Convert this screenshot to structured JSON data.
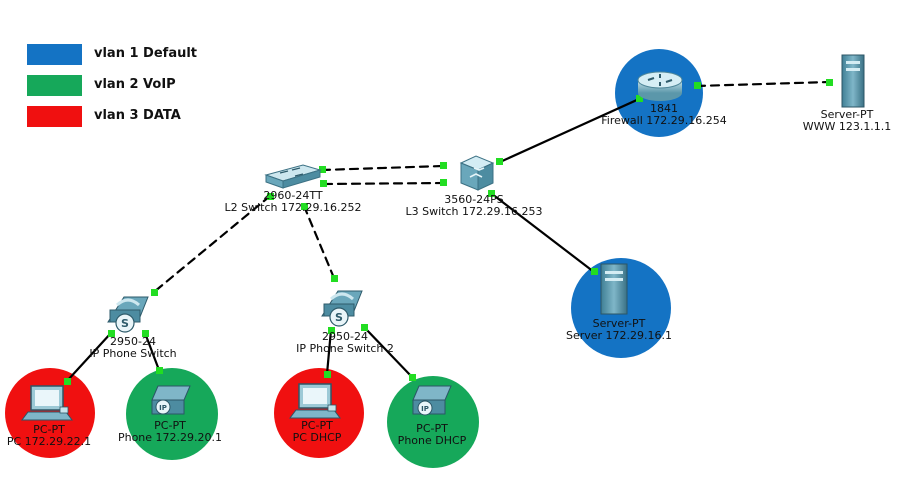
{
  "legend": [
    {
      "label": "vlan 1 Default",
      "color": "#1473c4"
    },
    {
      "label": "vlan 2 VoIP",
      "color": "#16a85a"
    },
    {
      "label": "vlan 3 DATA",
      "color": "#f01010"
    }
  ],
  "devices": {
    "router": {
      "model": "1841",
      "name": "Firewall 172.29.16.254",
      "vlan_color": "#1473c4",
      "icon": "router-icon"
    },
    "www_server": {
      "model": "Server-PT",
      "name": "WWW 123.1.1.1",
      "icon": "server-icon"
    },
    "l3_switch": {
      "model": "3560-24PS",
      "name": "L3 Switch 172.29.16.253",
      "icon": "multilayer-switch-icon"
    },
    "l2_switch": {
      "model": "2960-24TT",
      "name": "L2 Switch 172.29.16.252",
      "icon": "switch-icon"
    },
    "dhcp_server": {
      "model": "Server-PT",
      "name": "Server 172.29.16.1",
      "vlan_color": "#1473c4",
      "icon": "server-icon"
    },
    "phone_switch_1": {
      "model": "2950-24",
      "name": "IP Phone Switch",
      "icon": "ip-phone-switch-icon"
    },
    "phone_switch_2": {
      "model": "2950-24",
      "name": "IP Phone Switch 2",
      "icon": "ip-phone-switch-icon"
    },
    "pc_1": {
      "model": "PC-PT",
      "name": "PC 172.29.22.1",
      "vlan_color": "#f01010",
      "icon": "pc-icon"
    },
    "phone_1": {
      "model": "PC-PT",
      "name": "Phone 172.29.20.1",
      "vlan_color": "#16a85a",
      "icon": "ip-phone-icon"
    },
    "pc_2": {
      "model": "PC-PT",
      "name": "PC DHCP",
      "vlan_color": "#f01010",
      "icon": "pc-icon"
    },
    "phone_2": {
      "model": "PC-PT",
      "name": "Phone DHCP",
      "vlan_color": "#16a85a",
      "icon": "ip-phone-icon"
    }
  },
  "links": [
    {
      "from": "router",
      "to": "www_server",
      "style": "dashed"
    },
    {
      "from": "router",
      "to": "l3_switch",
      "style": "solid"
    },
    {
      "from": "l2_switch",
      "to": "l3_switch",
      "style": "dashed"
    },
    {
      "from": "l2_switch",
      "to": "l3_switch",
      "style": "dashed"
    },
    {
      "from": "l3_switch",
      "to": "dhcp_server",
      "style": "solid"
    },
    {
      "from": "l2_switch",
      "to": "phone_switch_1",
      "style": "dashed"
    },
    {
      "from": "l2_switch",
      "to": "phone_switch_2",
      "style": "dashed"
    },
    {
      "from": "phone_switch_1",
      "to": "pc_1",
      "style": "solid"
    },
    {
      "from": "phone_switch_1",
      "to": "phone_1",
      "style": "solid"
    },
    {
      "from": "phone_switch_2",
      "to": "pc_2",
      "style": "solid"
    },
    {
      "from": "phone_switch_2",
      "to": "phone_2",
      "style": "solid"
    }
  ],
  "port_color": "#22dd22"
}
